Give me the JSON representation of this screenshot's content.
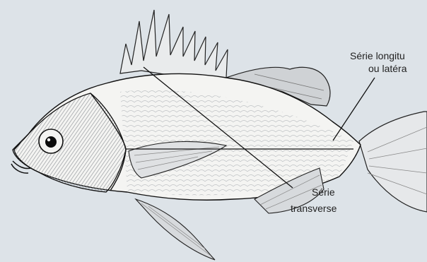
{
  "labels": {
    "longitudinal_line1": "Série longitu",
    "longitudinal_line2": "ou latéra",
    "transverse_line1": "Série",
    "transverse_line2": "transverse"
  },
  "colors": {
    "background": "#dde3e8",
    "fish_body": "#f4f4f2",
    "outline": "#111111",
    "shading": "#7f8388"
  }
}
